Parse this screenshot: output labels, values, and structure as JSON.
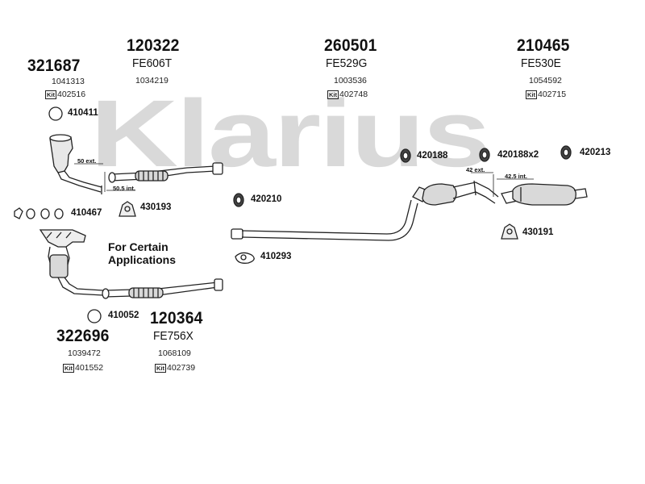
{
  "watermark": "Klarius",
  "groups": {
    "g321687": {
      "part": "321687",
      "ref": "1041313",
      "kit": "402516"
    },
    "g120322": {
      "part": "120322",
      "code": "FE606T",
      "ref": "1034219"
    },
    "g260501": {
      "part": "260501",
      "code": "FE529G",
      "ref": "1003536",
      "kit": "402748"
    },
    "g210465": {
      "part": "210465",
      "code": "FE530E",
      "ref": "1054592",
      "kit": "402715"
    },
    "g322696": {
      "part": "322696",
      "ref": "1039472",
      "kit": "401552"
    },
    "g120364": {
      "part": "120364",
      "code": "FE756X",
      "ref": "1068109",
      "kit": "402739"
    }
  },
  "kit_tag": "Kit",
  "accessories": {
    "a410411": "410411",
    "a410467": "410467",
    "a430193": "430193",
    "a420210": "420210",
    "a410293": "410293",
    "a410052": "410052",
    "a420188": "420188",
    "a420188x2": "420188x2",
    "a420213": "420213",
    "a430191": "430191"
  },
  "dimensions": {
    "d50ext": "50 ext.",
    "d50int": "50.5 int.",
    "d42ext": "42 ext.",
    "d42int": "42.5 int."
  },
  "note": {
    "line1": "For Certain",
    "line2": "Applications"
  }
}
